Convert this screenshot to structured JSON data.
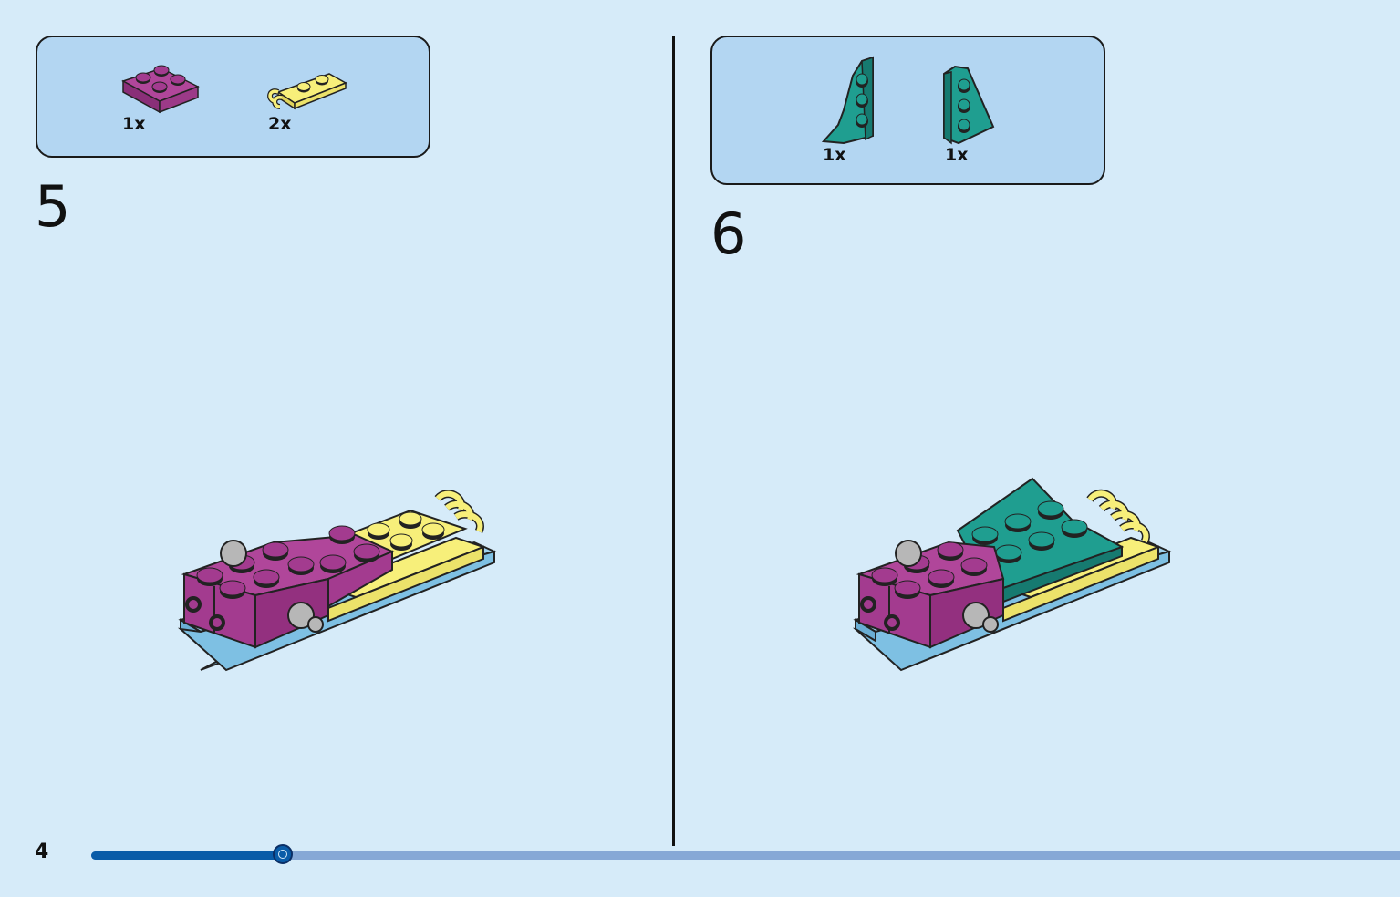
{
  "page": {
    "number": "4",
    "progress_fraction": 0.146,
    "colors": {
      "background": "#d6ebf9",
      "parts_box": "#b3d6f2",
      "magenta_brick": "#a33b8f",
      "yellow_plate": "#f7ef7a",
      "teal_wedge": "#1f9e90",
      "blue_base": "#7ec0e3",
      "progress_fill": "#0a5ca8",
      "progress_track": "#86a8d6"
    }
  },
  "steps": [
    {
      "number": "5",
      "parts": [
        {
          "name": "magenta-2x2-plate-icon",
          "qty": "1x"
        },
        {
          "name": "yellow-plate-with-clips-icon",
          "qty": "2x"
        }
      ]
    },
    {
      "number": "6",
      "parts": [
        {
          "name": "teal-wedge-plate-left-icon",
          "qty": "1x"
        },
        {
          "name": "teal-wedge-plate-right-icon",
          "qty": "1x"
        }
      ]
    }
  ]
}
